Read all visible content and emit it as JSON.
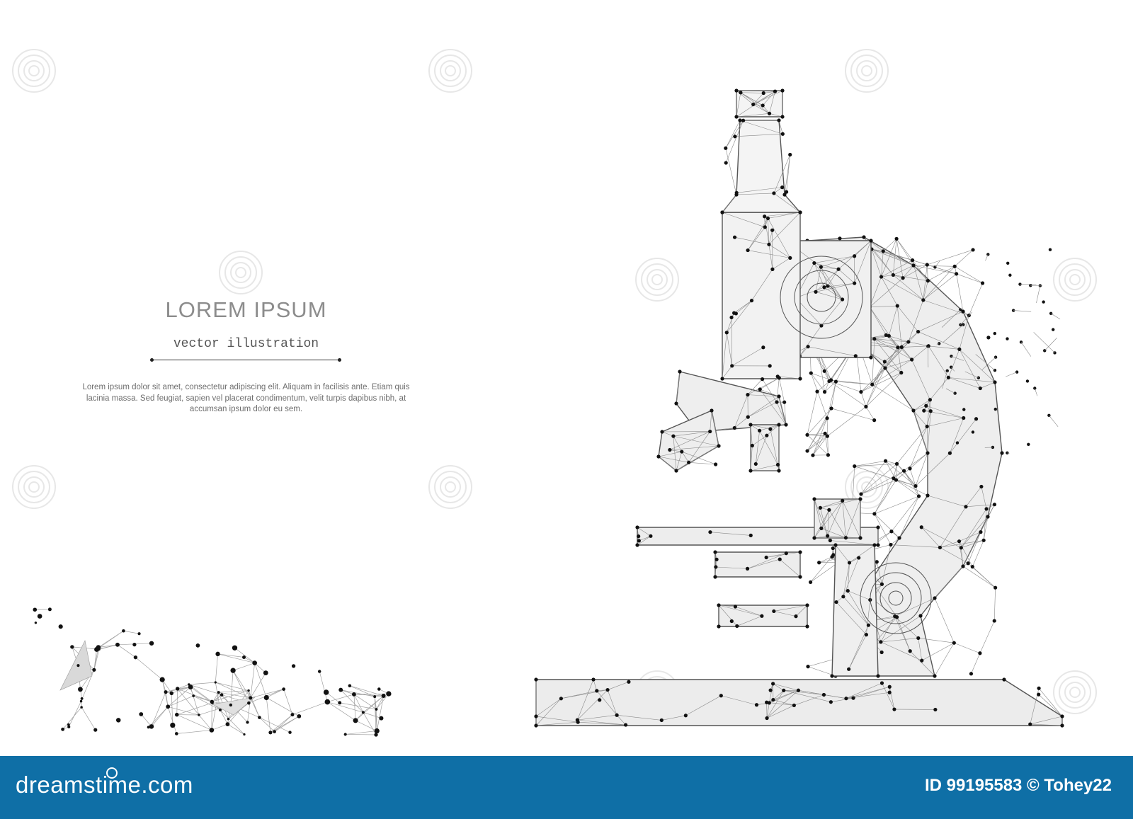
{
  "text_block": {
    "headline": "LOREM IPSUM",
    "subheadline": "vector illustration",
    "body": "Lorem ipsum dolor sit amet, consectetur adipiscing elit. Aliquam in facilisis ante. Etiam quis lacinia massa. Sed feugiat, sapien vel placerat condimentum, velit turpis dapibus nibh, at accumsan ipsum dolor eu sem."
  },
  "footer": {
    "brand": "dreamstime.com",
    "stock_id": "ID 99195583 © Tohey22",
    "background_color": "#0f6fa6"
  },
  "illustration": {
    "subject": "microscope",
    "style": "low-poly wireframe",
    "line_color": "#555555",
    "node_color": "#111111"
  },
  "watermark": {
    "icon": "spiral-watermark-icon"
  }
}
